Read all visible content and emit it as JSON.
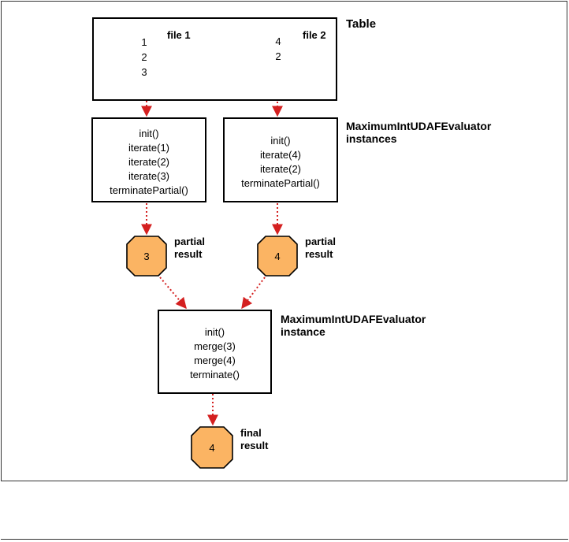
{
  "table": {
    "label": "Table",
    "file1": {
      "label": "file 1",
      "values": [
        "1",
        "2",
        "3"
      ]
    },
    "file2": {
      "label": "file 2",
      "values": [
        "4",
        "2"
      ]
    }
  },
  "evaluators": {
    "label_line1": "MaximumIntUDAFEvaluator",
    "label_line2": "instances",
    "left_calls": [
      "init()",
      "iterate(1)",
      "iterate(2)",
      "iterate(3)",
      "terminatePartial()"
    ],
    "right_calls": [
      "init()",
      "iterate(4)",
      "iterate(2)",
      "terminatePartial()"
    ]
  },
  "partials": {
    "left": {
      "value": "3",
      "label_line1": "partial",
      "label_line2": "result"
    },
    "right": {
      "value": "4",
      "label_line1": "partial",
      "label_line2": "result"
    }
  },
  "merger": {
    "label_line1": "MaximumIntUDAFEvaluator",
    "label_line2": "instance",
    "calls": [
      "init()",
      "merge(3)",
      "merge(4)",
      "terminate()"
    ]
  },
  "final": {
    "value": "4",
    "label_line1": "final",
    "label_line2": "result"
  },
  "colors": {
    "token_fill": "#FBB463",
    "arrow": "#D42020"
  }
}
